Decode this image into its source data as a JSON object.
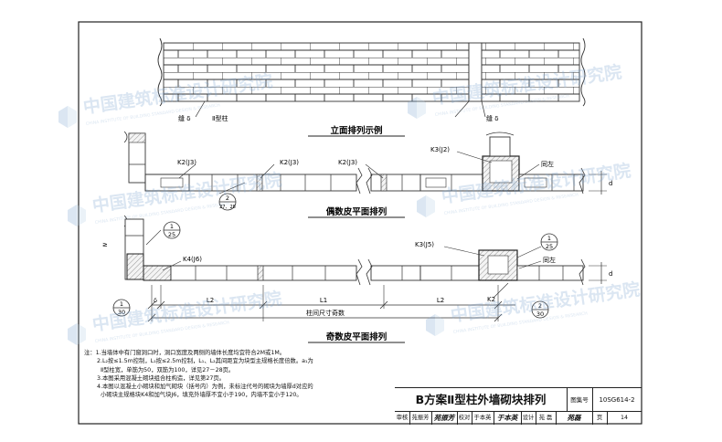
{
  "diagram": {
    "elevation_labels": {
      "joint": "缝 δ",
      "column": "Ⅱ型柱",
      "joint2": "缝 δ"
    },
    "section_titles": {
      "elevation": "立面排列示例",
      "even": "偶数皮平面排列",
      "odd": "奇数皮平面排列"
    },
    "even_labels": {
      "k2_a": "K2(J3)",
      "k2_b": "K2(J3)",
      "k2_c": "K2(J3)",
      "k3": "K3(J2)",
      "same_left": "同左",
      "callout_top": "2",
      "callout_bottom": "27、28",
      "dim_d": "d"
    },
    "odd_labels": {
      "callout1_top": "1",
      "callout1_bottom": "25",
      "k4": "K4(J6)",
      "k3": "K3(J5)",
      "callout2_top": "1",
      "callout2_bottom": "25",
      "same_left": "同左",
      "k2": "K2",
      "callout3_top": "1",
      "callout3_bottom": "30",
      "callout4_top": "2",
      "callout4_bottom": "30",
      "delta": "δ",
      "l2_left": "L2",
      "l1": "L1",
      "l2_right": "L2",
      "dim_d": "d",
      "spacing": "柱间尺寸奇数",
      "break_mark": "≥"
    }
  },
  "notes": [
    "注：1.当墙体中有门窗洞口时，洞口宽度及两侧的墙体长度均宜符合2M或1M。",
    "2.L₂按≤1.5m控制，L₁按≤2.5m控制，L₁、L₂其间距宜为块型主规格长度倍数。a₁为",
    "Ⅱ型柱宽，单筋为50，双筋为100，详见27－28页。",
    "3.本图采用混凝土砌块组合柱构造，详见第27页。",
    "4.本图以混凝土小砌块和加气砌块（括号内）为例，未标注代号的砌块为墙厚d对应的",
    "小砌块主规格块K4和加气块J6，填充外墙厚不宜小于190，内墙不宜小于120。"
  ],
  "title_block": {
    "title": "B方案Ⅱ型柱外墙砌块排列",
    "atlas_label": "图集号",
    "atlas_no": "10SG614-2",
    "review_label": "审核",
    "reviewer": "苑振芳",
    "reviewer_sig": "苑振芳",
    "check_label": "校对",
    "checker": "于本英",
    "checker_sig": "于本英",
    "design_label": "设计",
    "designer": "苑 磊",
    "designer_sig": "苑磊",
    "page_label": "页",
    "page_no": "14"
  },
  "watermark": {
    "name": "中国建筑标准设计研究院",
    "english": "CHINA INSTITUTE OF BUILDING STANDARD DESIGN & RESEARCH",
    "color": "#7fa6cf"
  }
}
